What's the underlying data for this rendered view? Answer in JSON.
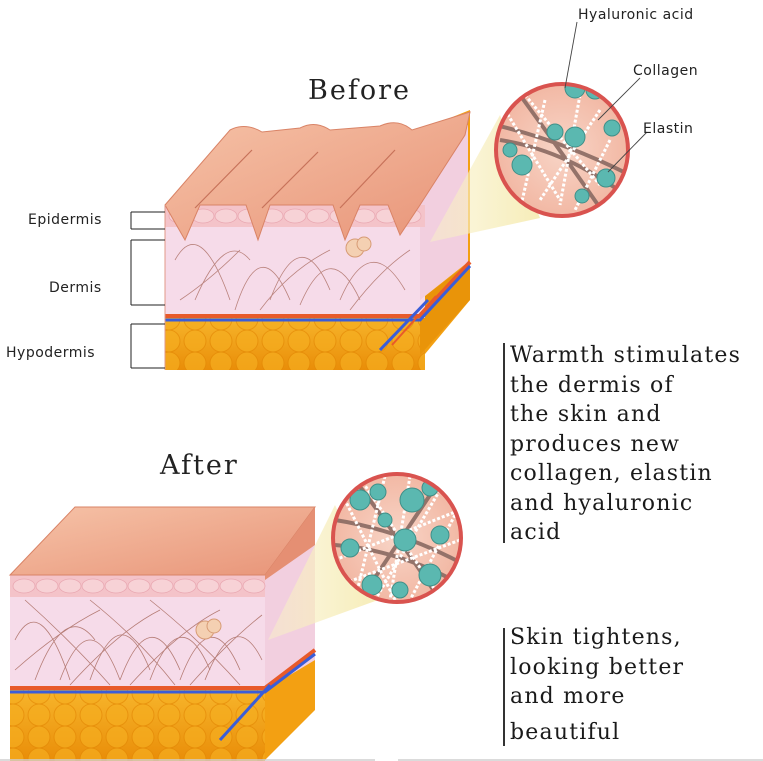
{
  "headings": {
    "before": "Before",
    "after": "After"
  },
  "layer_labels": {
    "epidermis": "Epidermis",
    "dermis": "Dermis",
    "hypodermis": "Hypodermis"
  },
  "fiber_labels": {
    "hyaluronic_acid": "Hyaluronic acid",
    "collagen": "Collagen",
    "elastin": "Elastin"
  },
  "captions": {
    "warmth": [
      "Warmth stimulates",
      "the dermis of",
      "the skin and",
      "produces new",
      "collagen, elastin",
      "and hyaluronic",
      "acid"
    ],
    "tightens": [
      "Skin tightens,",
      "looking better",
      "and more",
      "beautiful"
    ]
  },
  "colors": {
    "skin_top": "#f0a98c",
    "dermis": "#f6dcea",
    "fat": "#f3a412",
    "circle_border": "#d9534f",
    "collagen": "#8a6a62",
    "hyaluronic": "#5bb8b0"
  }
}
